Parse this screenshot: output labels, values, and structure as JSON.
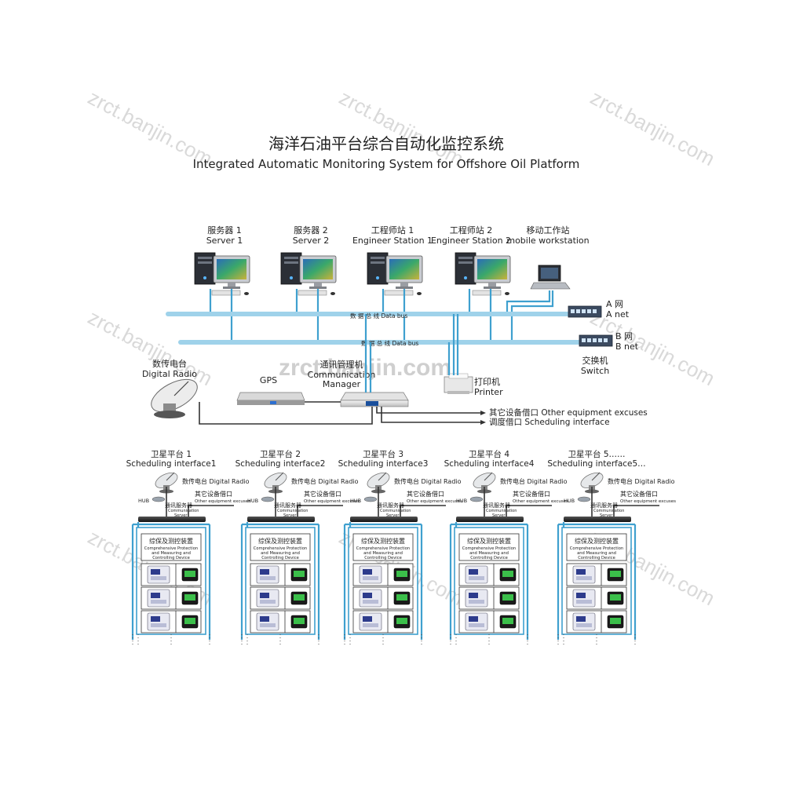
{
  "title": {
    "zh": "海洋石油平台综合自动化监控系统",
    "en": "Integrated Automatic Monitoring System for Offshore Oil Platform"
  },
  "watermark": "zrct.banjin.com",
  "stations": [
    {
      "zh": "服务器 1",
      "en": "Server 1"
    },
    {
      "zh": "服务器 2",
      "en": "Server 2"
    },
    {
      "zh": "工程师站 1",
      "en": "Engineer Station 1"
    },
    {
      "zh": "工程师站 2",
      "en": "Engineer Station 2"
    }
  ],
  "mobile": {
    "zh": "移动工作站",
    "en": "mobile workstation"
  },
  "buses": {
    "a_label": "数 据 总 线  Data bus",
    "b_label": "数 据 总 线  Data bus"
  },
  "nets": {
    "a_zh": "A 网",
    "a_en": "A net",
    "b_zh": "B 网",
    "b_en": "B net",
    "switch_zh": "交换机",
    "switch_en": "Switch"
  },
  "radio": {
    "zh": "数传电台",
    "en": "Digital Radio"
  },
  "gps": "GPS",
  "manager": {
    "zh": "通讯管理机",
    "en1": "Communication",
    "en2": "Manager"
  },
  "printer": {
    "zh": "打印机",
    "en": "Printer"
  },
  "outputs": [
    "其它设备借口 Other equipment excuses",
    "调度借口 Scheduling interface"
  ],
  "platforms": [
    {
      "zh": "卫星平台 1",
      "en": "Scheduling interface1"
    },
    {
      "zh": "卫星平台 2",
      "en": "Scheduling interface2"
    },
    {
      "zh": "卫星平台 3",
      "en": "Scheduling interface3"
    },
    {
      "zh": "卫星平台 4",
      "en": "Scheduling interface4"
    },
    {
      "zh": "卫星平台 5……",
      "en": "Scheduling interface5…"
    }
  ],
  "sat": {
    "radio": "数传电台 Digital Radio",
    "hub": "HUB",
    "other_zh": "其它设备借口",
    "other_en": "Other equipment excuses",
    "server_zh": "通讯服务器",
    "server_en1": "Communication",
    "server_en2": "Server",
    "device_zh": "综保及测控装置",
    "device_en1": "Comprehensive Protection",
    "device_en2": "and Measuring and",
    "device_en3": "Controlling Device"
  },
  "colors": {
    "bus": "#9fd2ea",
    "link": "#3fa0cf",
    "accent": "#1a4f9c"
  }
}
